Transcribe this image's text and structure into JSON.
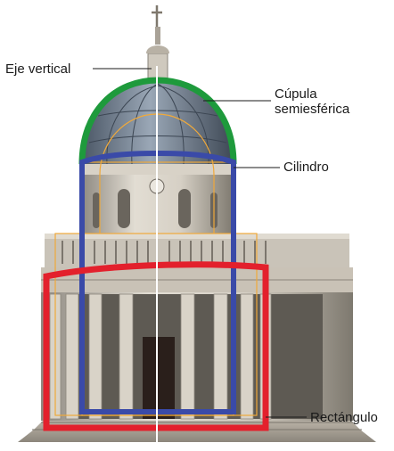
{
  "labels": {
    "eje": "Eje vertical",
    "cupula_l1": "Cúpula",
    "cupula_l2": "semiesférica",
    "cilindro": "Cilindro",
    "rectangulo": "Rectángulo"
  },
  "colors": {
    "dome": "#1e9a3c",
    "cylinder": "#3a4aa8",
    "rectangle": "#e3202c",
    "guide": "#f0a93a",
    "axis": "#ffffff",
    "stone": "#cfc8bc",
    "roof": "#6f7f91"
  }
}
